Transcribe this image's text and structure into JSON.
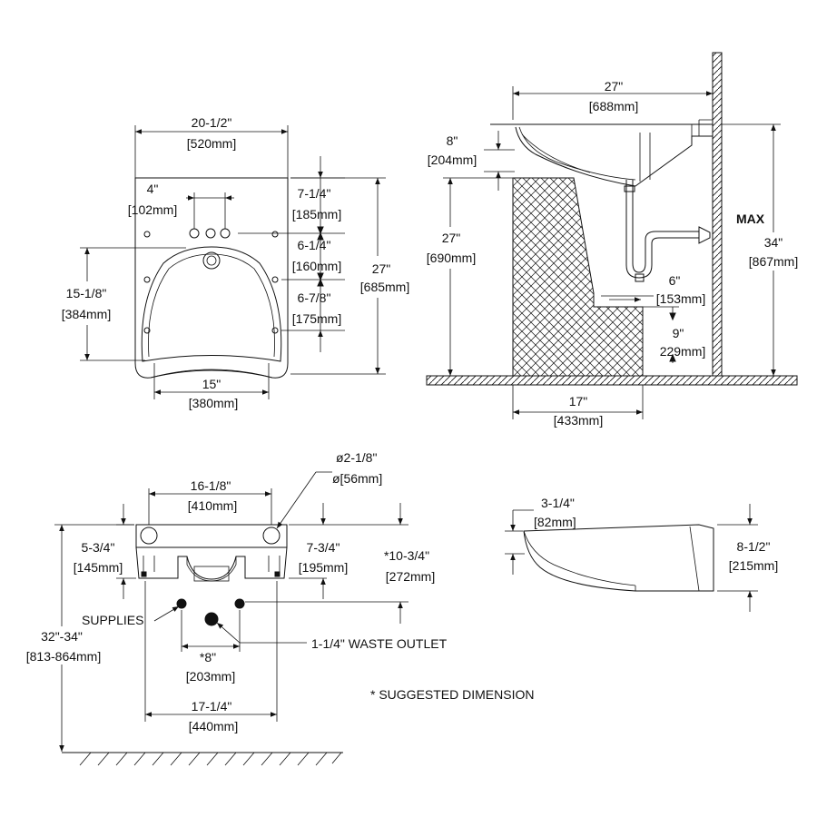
{
  "plan_view": {
    "overall_width": "20-1/2\"",
    "overall_width_mm": "[520mm]",
    "faucet_spread": "4\"",
    "faucet_spread_mm": "[102mm]",
    "overall_depth": "27\"",
    "overall_depth_mm": "[685mm]",
    "dim_a": "7-1/4\"",
    "dim_a_mm": "[185mm]",
    "dim_b": "6-1/4\"",
    "dim_b_mm": "[160mm]",
    "dim_c": "6-7/8\"",
    "dim_c_mm": "[175mm]",
    "bowl_depth": "15-1/8\"",
    "bowl_depth_mm": "[384mm]",
    "bowl_width": "15\"",
    "bowl_width_mm": "[380mm]"
  },
  "side_view": {
    "overall_projection": "27\"",
    "overall_projection_mm": "[688mm]",
    "overhang": "8\"",
    "overhang_mm": "[204mm]",
    "knee_clearance": "27\"",
    "knee_clearance_mm": "[690mm]",
    "rim_height": "34\"",
    "rim_height_mm": "[867mm]",
    "max_label": "MAX",
    "toe_height": "6\"",
    "toe_height_mm": "[153mm]",
    "toe_depth": "9\"",
    "toe_depth_mm": "229mm]",
    "knee_depth": "17\"",
    "knee_depth_mm": "[433mm]"
  },
  "front_view": {
    "hole_diameter": "ø2-1/8\"",
    "hole_diameter_mm": "ø[56mm]",
    "mount_spacing": "16-1/8\"",
    "mount_spacing_mm": "[410mm]",
    "left_height": "5-3/4\"",
    "left_height_mm": "[145mm]",
    "body_height": "7-3/4\"",
    "body_height_mm": "[195mm]",
    "supply_drop": "*10-3/4\"",
    "supply_drop_mm": "[272mm]",
    "supplies_label": "SUPPLIES",
    "waste_label": "1-1/4\" WASTE OUTLET",
    "supply_spacing": "*8\"",
    "supply_spacing_mm": "[203mm]",
    "bracket_spacing": "17-1/4\"",
    "bracket_spacing_mm": "[440mm]",
    "mount_height": "32\"-34\"",
    "mount_height_mm": "[813-864mm]"
  },
  "profile_view": {
    "front_height": "3-1/4\"",
    "front_height_mm": "[82mm]",
    "back_height": "8-1/2\"",
    "back_height_mm": "[215mm]"
  },
  "footnote": "* SUGGESTED DIMENSION"
}
